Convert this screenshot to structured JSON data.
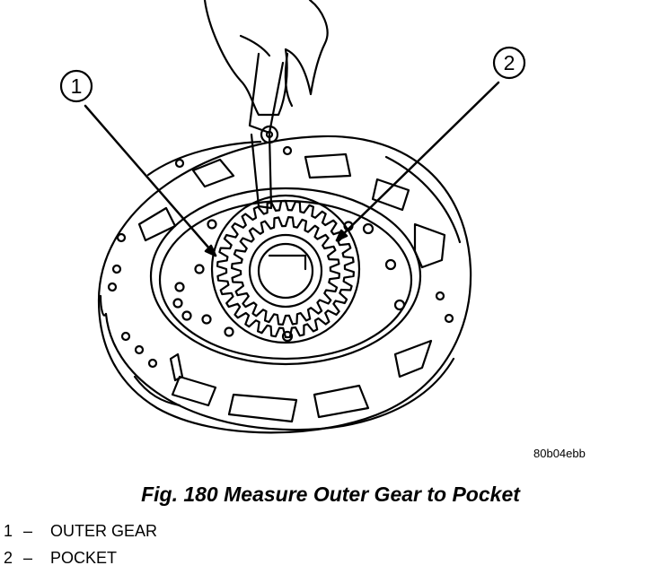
{
  "figure": {
    "callouts": [
      "1",
      "2"
    ],
    "image_code": "80b04ebb",
    "caption": "Fig. 180 Measure Outer Gear to Pocket",
    "legend": [
      {
        "num": "1",
        "sep": "–",
        "label": "OUTER GEAR"
      },
      {
        "num": "2",
        "sep": "–",
        "label": "POCKET"
      }
    ]
  }
}
